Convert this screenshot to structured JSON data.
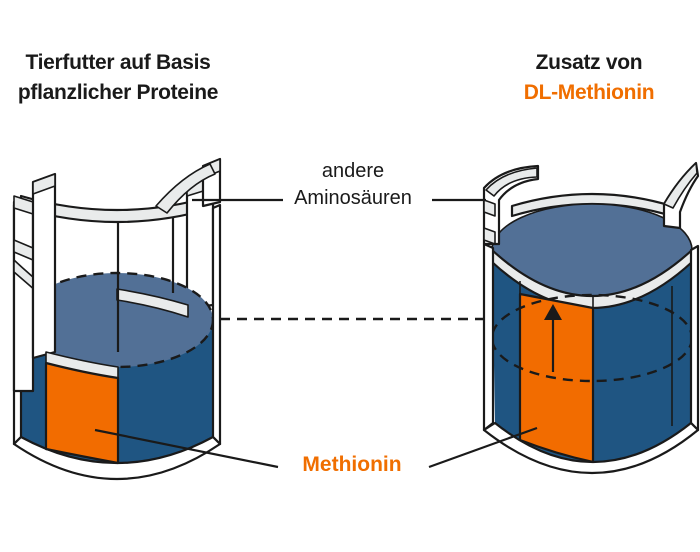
{
  "title_left": {
    "line1": "Tierfutter auf Basis",
    "line2": "pflanzlicher Proteine"
  },
  "title_right": {
    "line1": "Zusatz von",
    "line2": "DL-Methionin"
  },
  "callouts": {
    "amino_line1": "andere",
    "amino_line2": "Aminosäuren",
    "methionine": "Methionin"
  },
  "colors": {
    "background": "#FFFFFF",
    "outline_black": "#1A1A1A",
    "protein_blue_dark": "#1F5582",
    "protein_blue_top": "#527096",
    "methionine_orange": "#F26C00",
    "orange_text": "#F06E00",
    "stave_rim_gray": "#E9EBEB"
  },
  "icons": {
    "up_arrow": "level-increase-arrow"
  }
}
